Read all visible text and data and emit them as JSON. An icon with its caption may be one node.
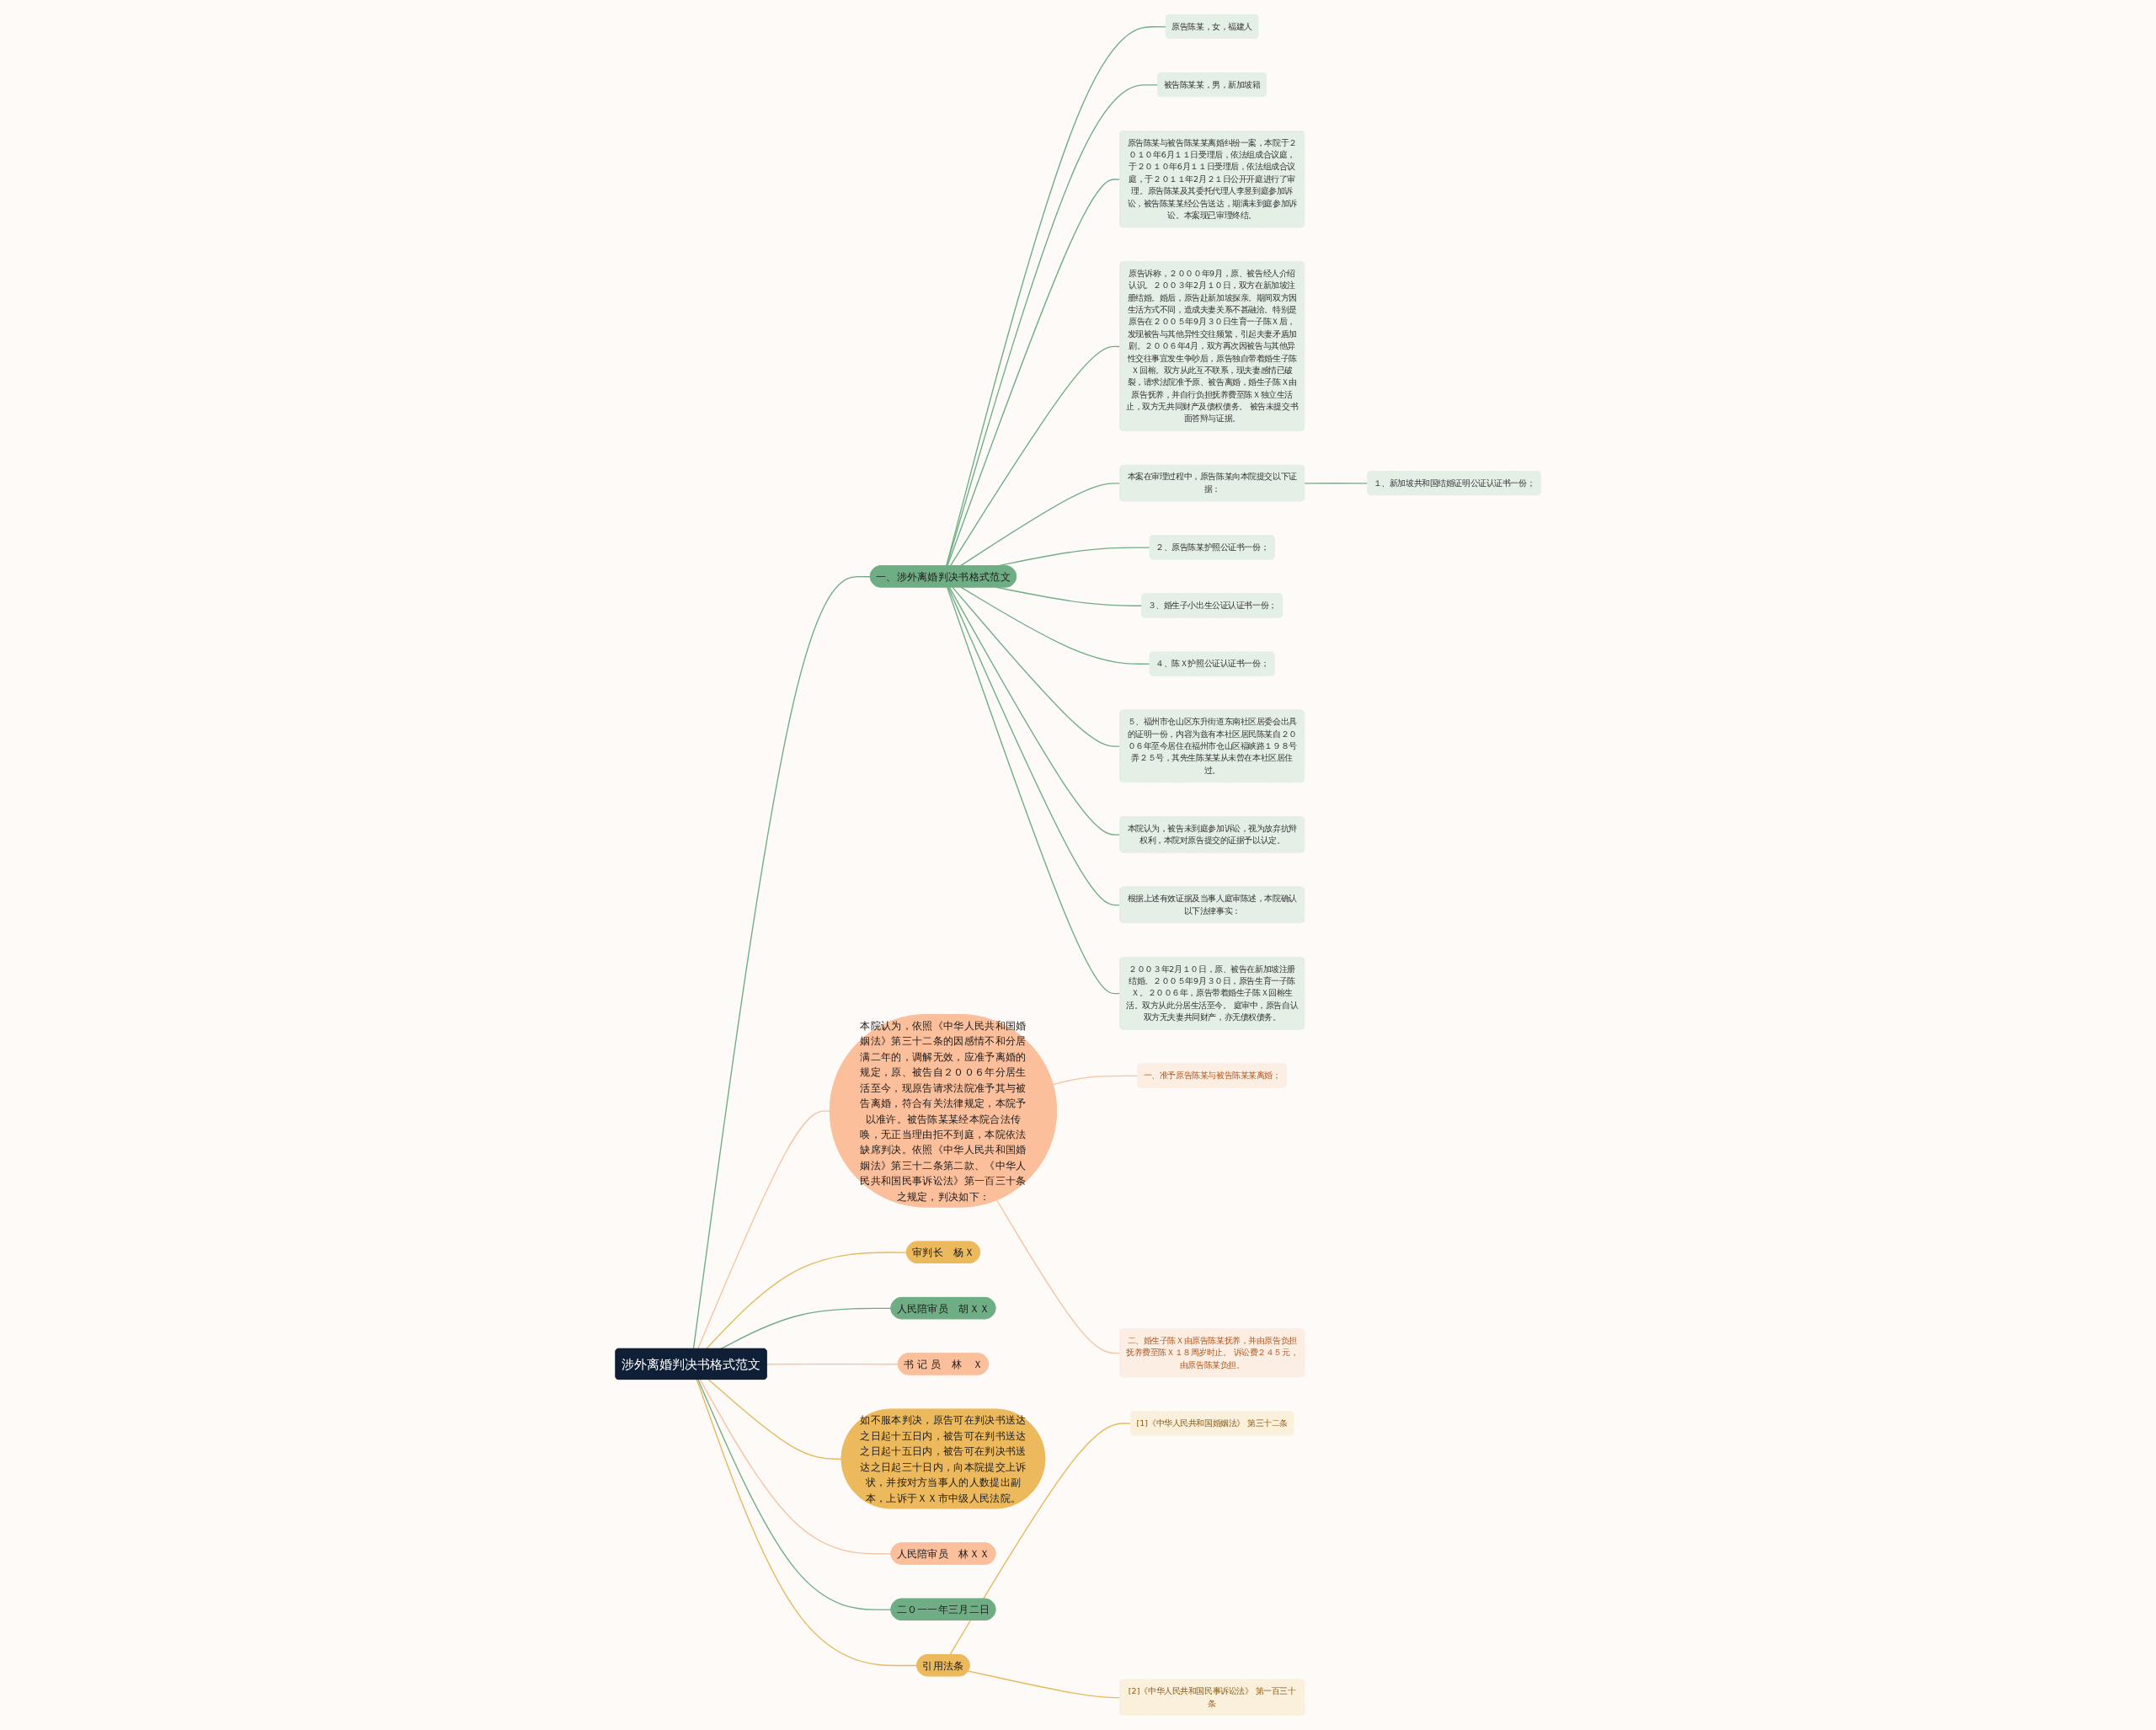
{
  "diagram": {
    "nodes": [
      {
        "text": [
          "涉外离婚判决书格式范文"
        ]
      },
      {
        "text": [
          "一、涉外离婚判决书格式范文"
        ]
      },
      {
        "text": [
          "原告陈某，女，福建人"
        ]
      },
      {
        "text": [
          "被告陈某某，男，新加坡籍"
        ]
      },
      {
        "text": [
          "原告陈某与被告陈某某离婚纠纷一案，本院于２０１０年6月１１日受理后，依法组成合议庭，于２０１０年6月１１日受理后，依法组成合议庭，于２０１１年2月２１日公开开庭进行了审理。原告陈某及其委托代理人李昱到庭参加诉讼，被告陈某某经公告送达，期满未到庭参加诉讼。本案现已审理终结。"
        ]
      },
      {
        "text": [
          "原告诉称，２０００年9月，原、被告经人介绍认识。２００３年2月１０日，双方在新加坡注册结婚。婚后，原告赴新加坡探亲。期间双方因生活方式不同，造成夫妻关系不甚融洽。特别是原告在２００５年9月３０日生育一子陈Ｘ后，发现被告与其他异性交往频繁，引起夫妻矛盾加剧。２００６年4月，双方再次因被告与其他异性交往事宜发生争吵后，原告独自带着婚生子陈Ｘ回榕。双方从此互不联系，现夫妻感情已破裂，请求法院准予原、被告离婚，婚生子陈Ｘ由原告抚养，并自行负担抚养费至陈Ｘ独立生活止，双方无共同财产及债权债务。 被告未提交书面答辩与证据。"
        ]
      },
      {
        "text": [
          "本案在审理过程中，原告陈某向本院提交以下证据："
        ]
      },
      {
        "text": [
          "１、新加坡共和国结婚证明公证认证书一份；"
        ]
      },
      {
        "text": [
          "２、原告陈某护照公证书一份；"
        ]
      },
      {
        "text": [
          "３、婚生子小出生公证认证书一份；"
        ]
      },
      {
        "text": [
          "４、陈Ｘ护照公证认证书一份；"
        ]
      },
      {
        "text": [
          "５、福州市仓山区东升街道东南社区居委会出具的证明一份，内容为兹有本社区居民陈某自２００６年至今居住在福州市仓山区福峡路１９８号弄２５号，其先生陈某某从未曾在本社区居住过。"
        ]
      },
      {
        "text": [
          "本院认为，被告未到庭参加诉讼，视为放弃抗辩权利，本院对原告提交的证据予以认定。"
        ]
      },
      {
        "text": [
          "根据上述有效证据及当事人庭审陈述，本院确认以下法律事实："
        ]
      },
      {
        "text": [
          "２００３年2月１０日，原、被告在新加坡注册结婚。２００５年9月３０日，原告生育一子陈Ｘ。２００６年，原告带着婚生子陈Ｘ回榕生活。双方从此分居生活至今。 庭审中，原告自认双方无夫妻共同财产，亦无债权债务。"
        ]
      },
      {
        "text": [
          "本院认为，依照《中华人民共和国婚姻法》第三十二条的因感情不和分居满二年的，调解无效，应准予离婚的规定，原、被告自２００６年分居生活至今，现原告请求法院准予其与被告离婚，符合有关法律规定，本院予以准许。被告陈某某经本院合法传唤，无正当理由拒不到庭，本院依法缺席判决。依照《中华人民共和国婚姻法》第三十二条第二款、《中华人民共和国民事诉讼法》第一百三十条之规定，判决如下："
        ]
      },
      {
        "text": [
          "一、准予原告陈某与被告陈某某离婚；"
        ]
      },
      {
        "text": [
          "二、婚生子陈Ｘ由原告陈某抚养，并由原告负担抚养费至陈Ｘ１８周岁时止。 诉讼费２４５元，由原告陈某负担。"
        ]
      },
      {
        "text": [
          "审判长　杨Ｘ"
        ]
      },
      {
        "text": [
          "人民陪审员　胡ＸＸ"
        ]
      },
      {
        "text": [
          "书 记 员　林　Ｘ"
        ]
      },
      {
        "text": [
          "如不服本判决，原告可在判决书送达之日起十五日内，被告可在判书送达之日起十五日内，被告可在判决书送达之日起三十日内，向本院提交上诉状，并按对方当事人的人数提出副本，上诉于ＸＸ市中级人民法院。"
        ]
      },
      {
        "text": [
          "人民陪审员　林ＸＸ"
        ]
      },
      {
        "text": [
          "二０一一年三月二日"
        ]
      },
      {
        "text": [
          "引用法条"
        ]
      },
      {
        "text": [
          "[1]《中华人民共和国婚姻法》 第三十二条"
        ]
      },
      {
        "text": [
          "[2]《中华人民共和国民事诉讼法》 第一百三十条"
        ]
      }
    ],
    "edges": [
      {
        "from": 0,
        "to": 1,
        "arrow": "none"
      },
      {
        "from": 1,
        "to": 2,
        "arrow": "none"
      },
      {
        "from": 1,
        "to": 3,
        "arrow": "none"
      },
      {
        "from": 1,
        "to": 4,
        "arrow": "none"
      },
      {
        "from": 1,
        "to": 5,
        "arrow": "none"
      },
      {
        "from": 1,
        "to": 6,
        "arrow": "none"
      },
      {
        "from": 6,
        "to": 7,
        "arrow": "none"
      },
      {
        "from": 1,
        "to": 8,
        "arrow": "none"
      },
      {
        "from": 1,
        "to": 9,
        "arrow": "none"
      },
      {
        "from": 1,
        "to": 10,
        "arrow": "none"
      },
      {
        "from": 1,
        "to": 11,
        "arrow": "none"
      },
      {
        "from": 1,
        "to": 12,
        "arrow": "none"
      },
      {
        "from": 1,
        "to": 13,
        "arrow": "none"
      },
      {
        "from": 1,
        "to": 14,
        "arrow": "none"
      },
      {
        "from": 0,
        "to": 15,
        "arrow": "none",
        "color": "#f5c3a3"
      },
      {
        "from": 15,
        "to": 16,
        "arrow": "none",
        "color": "#f5c3a3"
      },
      {
        "from": 15,
        "to": 17,
        "arrow": "none",
        "color": "#f5c3a3"
      },
      {
        "from": 0,
        "to": 18,
        "arrow": "none",
        "color": "#e6b95c"
      },
      {
        "from": 0,
        "to": 19,
        "arrow": "none"
      },
      {
        "from": 0,
        "to": 20,
        "arrow": "none",
        "color": "#f5c3a3"
      },
      {
        "from": 0,
        "to": 21,
        "arrow": "none",
        "color": "#e6b95c"
      },
      {
        "from": 0,
        "to": 22,
        "arrow": "none",
        "color": "#f5c3a3"
      },
      {
        "from": 0,
        "to": 23,
        "arrow": "none"
      },
      {
        "from": 0,
        "to": 24,
        "arrow": "none",
        "color": "#e6b95c"
      },
      {
        "from": 24,
        "to": 25,
        "arrow": "none",
        "color": "#e6b95c"
      },
      {
        "from": 24,
        "to": 26,
        "arrow": "none",
        "color": "#e6b95c"
      }
    ]
  }
}
